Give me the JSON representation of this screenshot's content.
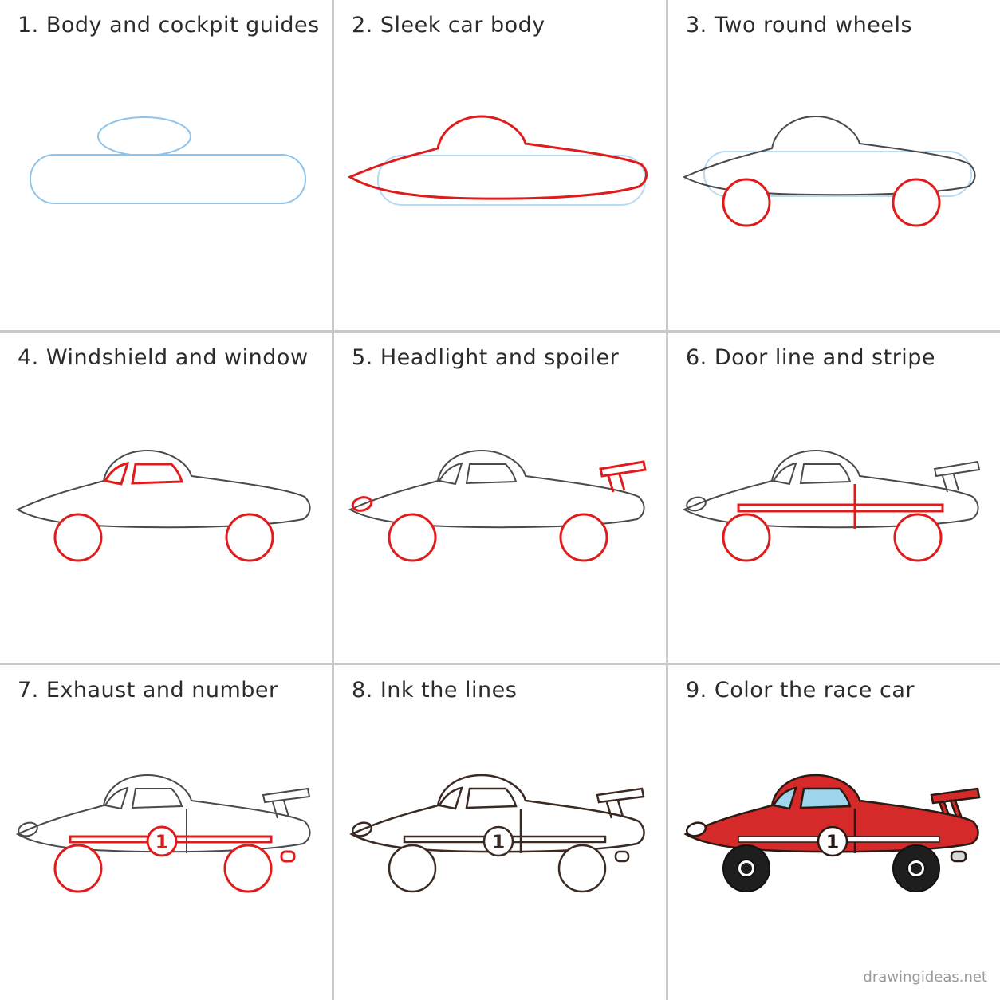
{
  "steps": [
    {
      "title": "1. Body and cockpit guides"
    },
    {
      "title": "2. Sleek car body"
    },
    {
      "title": "3. Two round wheels"
    },
    {
      "title": "4. Windshield and window"
    },
    {
      "title": "5. Headlight and spoiler"
    },
    {
      "title": "6. Door line and stripe"
    },
    {
      "title": "7. Exhaust and number"
    },
    {
      "title": "8. Ink the lines"
    },
    {
      "title": "9. Color the race car"
    }
  ],
  "car_number": "1",
  "watermark": "drawingideas.net",
  "colors": {
    "guide": "#8ec3ea",
    "new_stroke": "#e01b1b",
    "pencil": "#4a4a4a",
    "ink": "#3a2a22",
    "paint_red": "#d62a2a",
    "window_blue": "#9fd6ee",
    "tire": "#1e1e1e",
    "grid_line": "#c9c9c9"
  }
}
